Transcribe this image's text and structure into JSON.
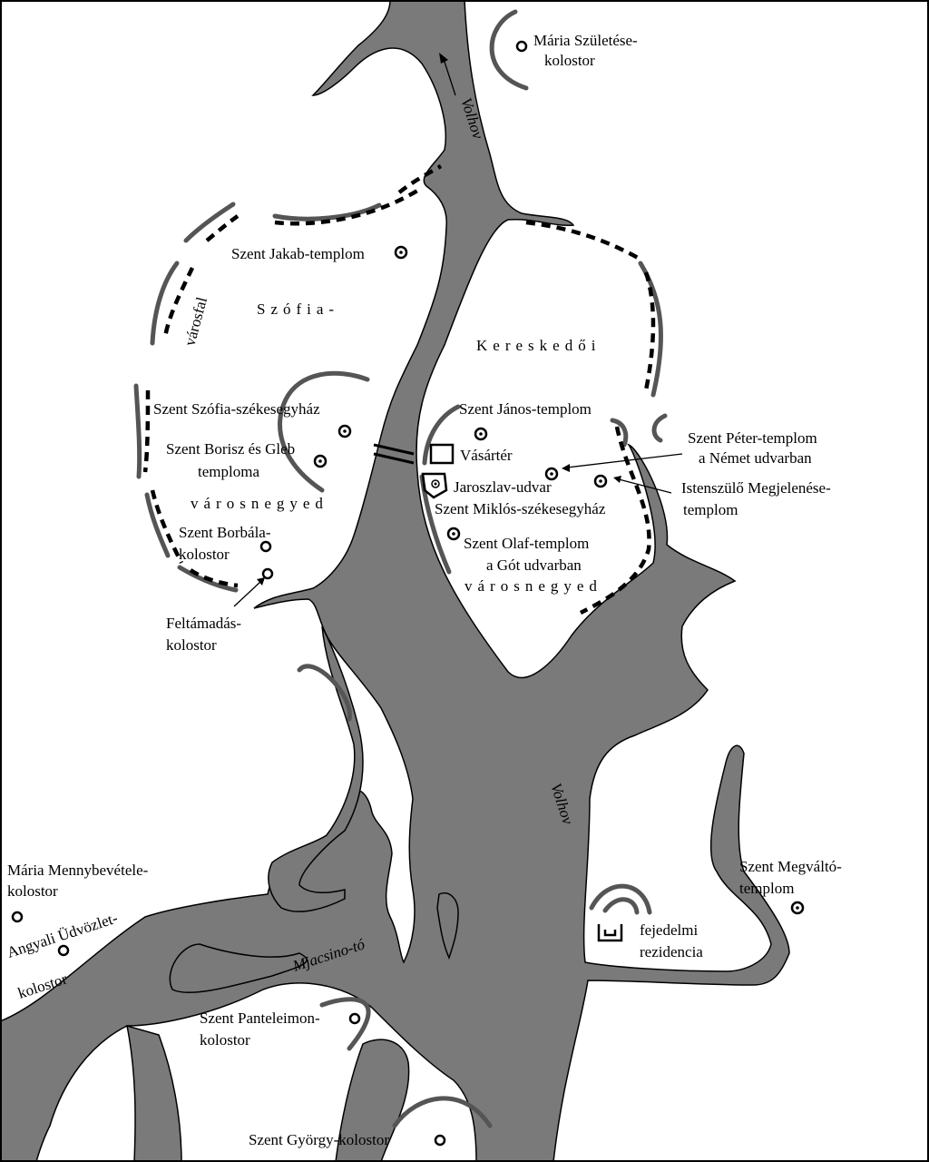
{
  "rivers": {
    "volhov_north": "Volhov",
    "volhov_south": "Volhov",
    "lake": "Mjacsino-tó"
  },
  "districts": {
    "sofia_line1": "Szófia-",
    "sofia_line2": "városnegyed",
    "trade_line1": "Kereskedői",
    "trade_line2": "városnegyed",
    "city_wall": "városfal"
  },
  "labels": {
    "maria_szuletese_1": "Mária Születése-",
    "maria_szuletese_2": "kolostor",
    "szent_jakab": "Szent Jakab-templom",
    "szent_szofia": "Szent Szófia-székesegyház",
    "borisz_gleb_1": "Szent Borisz és Gleb",
    "borisz_gleb_2": "temploma",
    "borbala_1": "Szent Borbála-",
    "borbala_2": "kolostor",
    "feltamadas_1": "Feltámadás-",
    "feltamadas_2": "kolostor",
    "szent_janos": "Szent János-templom",
    "vasarter": "Vásártér",
    "jaroszlav": "Jaroszlav-udvar",
    "szent_miklos": "Szent Miklós-székesegyház",
    "olaf_1": "Szent Olaf-templom",
    "olaf_2": "a Gót udvarban",
    "peter_1": "Szent Péter-templom",
    "peter_2": "a Német udvarban",
    "istenszulo_1": "Istenszülő Megjelenése-",
    "istenszulo_2": "templom",
    "mennybevetel_1": "Mária Mennybevétele-",
    "mennybevetel_2": "kolostor",
    "angyali_1": "Angyali Üdvözlet-",
    "angyali_2": "kolostor",
    "pantaleimon_1": "Szent Panteleimon-",
    "pantaleimon_2": "kolostor",
    "gyorgy": "Szent György-kolostor",
    "megvalto_1": "Szent Megváltó-",
    "megvalto_2": "templom",
    "fejedelmi_1": "fejedelmi",
    "fejedelmi_2": "rezidencia"
  }
}
